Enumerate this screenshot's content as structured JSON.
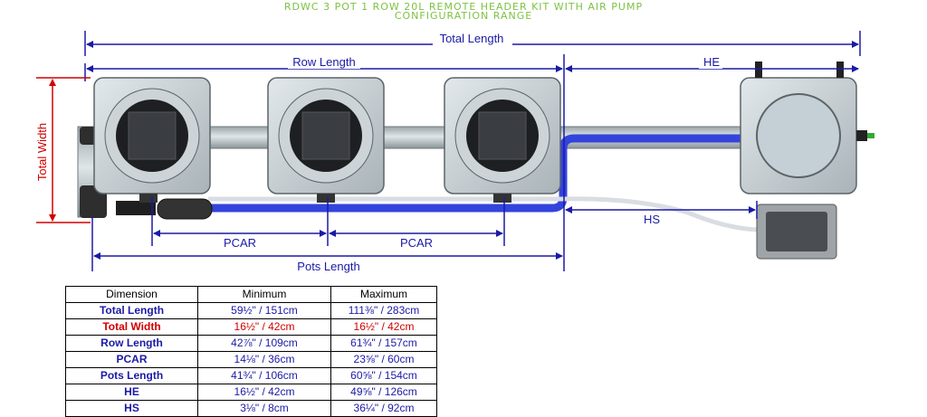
{
  "title": {
    "line1": "RDWC 3 POT 1 ROW 20L REMOTE HEADER KIT WITH AIR PUMP",
    "line2": "CONFIGURATION RANGE"
  },
  "labels": {
    "total_length": "Total Length",
    "row_length": "Row Length",
    "he": "HE",
    "total_width": "Total Width",
    "hs": "HS",
    "pcar": "PCAR",
    "pots_length": "Pots Length"
  },
  "colors": {
    "title": "#7dc242",
    "dimension_blue": "#1a1aa6",
    "total_width_red": "#d00000",
    "pipe_blue": "#3344dd"
  },
  "table": {
    "headers": [
      "Dimension",
      "Minimum",
      "Maximum"
    ],
    "rows": [
      {
        "name": "Total Length",
        "min": "59½\" / 151cm",
        "max": "111⅜\" / 283cm",
        "color": "#1a1aa6"
      },
      {
        "name": "Total Width",
        "min": "16½\" / 42cm",
        "max": "16½\" / 42cm",
        "color": "#d00000"
      },
      {
        "name": "Row Length",
        "min": "42⅞\" / 109cm",
        "max": "61¾\" / 157cm",
        "color": "#1a1aa6"
      },
      {
        "name": "PCAR",
        "min": "14⅛\" / 36cm",
        "max": "23⅝\" / 60cm",
        "color": "#1a1aa6"
      },
      {
        "name": "Pots Length",
        "min": "41¾\" / 106cm",
        "max": "60⅝\" / 154cm",
        "color": "#1a1aa6"
      },
      {
        "name": "HE",
        "min": "16½\" / 42cm",
        "max": "49⅝\" / 126cm",
        "color": "#1a1aa6"
      },
      {
        "name": "HS",
        "min": "3⅛\" / 8cm",
        "max": "36¼\" / 92cm",
        "color": "#1a1aa6"
      }
    ]
  }
}
